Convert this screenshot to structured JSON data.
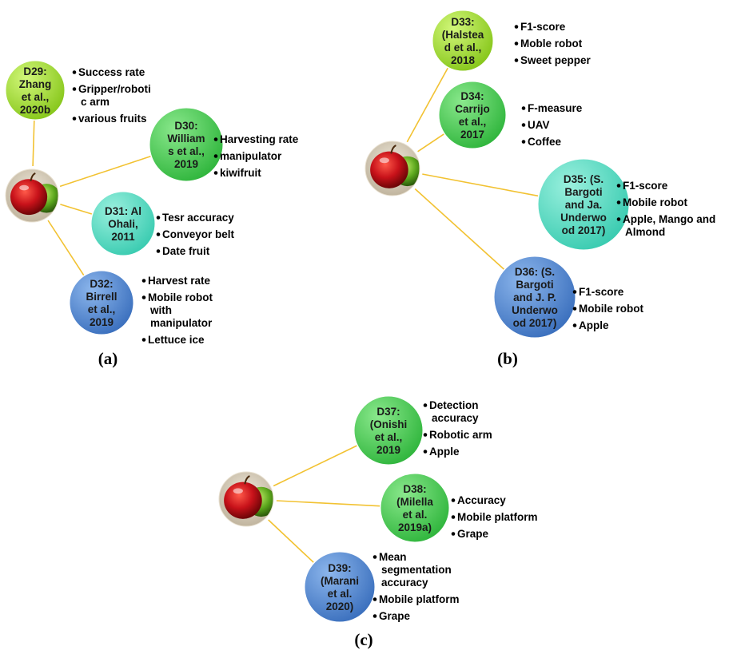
{
  "colors": {
    "connector": "#f2c232",
    "lime": "#a6e22e",
    "green": "#4ccf52",
    "teal": "#58dcc3",
    "blue": "#4d86cf"
  },
  "center_icon": "apples-photo-icon",
  "panels": [
    {
      "id": "a",
      "label": "(a)",
      "nodes": [
        {
          "id": "D29",
          "lines": [
            "D29:",
            "Zhang",
            "et al.,",
            "2020b"
          ],
          "color": "lime",
          "bullets": [
            [
              "Success rate"
            ],
            [
              "Gripper/roboti",
              "c arm"
            ],
            [
              "various fruits"
            ]
          ]
        },
        {
          "id": "D30",
          "lines": [
            "D30:",
            "William",
            "s et al.,",
            "2019"
          ],
          "color": "green",
          "bullets": [
            [
              "Harvesting rate"
            ],
            [
              "manipulator"
            ],
            [
              "kiwifruit"
            ]
          ]
        },
        {
          "id": "D31",
          "lines": [
            "D31: Al",
            "Ohali,",
            "2011"
          ],
          "color": "teal",
          "bullets": [
            [
              "Tesr accuracy"
            ],
            [
              "Conveyor belt"
            ],
            [
              "Date fruit"
            ]
          ]
        },
        {
          "id": "D32",
          "lines": [
            "D32:",
            "Birrell",
            "et al.,",
            "2019"
          ],
          "color": "blue",
          "bullets": [
            [
              "Harvest rate"
            ],
            [
              "Mobile robot",
              "with",
              "manipulator"
            ],
            [
              "Lettuce ice"
            ]
          ]
        }
      ]
    },
    {
      "id": "b",
      "label": "(b)",
      "nodes": [
        {
          "id": "D33",
          "lines": [
            "D33:",
            "(Halstea",
            "d et al.,",
            "2018"
          ],
          "color": "lime",
          "bullets": [
            [
              "F1-score"
            ],
            [
              "Moble robot"
            ],
            [
              "Sweet pepper"
            ]
          ]
        },
        {
          "id": "D34",
          "lines": [
            "D34:",
            "Carrijo",
            "et al.,",
            "2017"
          ],
          "color": "green",
          "bullets": [
            [
              "F-measure"
            ],
            [
              "UAV"
            ],
            [
              "Coffee"
            ]
          ]
        },
        {
          "id": "D35",
          "lines": [
            "D35: (S.",
            "Bargoti",
            "and Ja.",
            "Underwo",
            "od 2017)"
          ],
          "color": "teal",
          "bullets": [
            [
              "F1-score"
            ],
            [
              "Mobile robot"
            ],
            [
              "Apple, Mango and",
              "Almond"
            ]
          ]
        },
        {
          "id": "D36",
          "lines": [
            "D36: (S.",
            "Bargoti",
            "and J. P.",
            "Underwo",
            "od 2017)"
          ],
          "color": "blue",
          "bullets": [
            [
              "F1-score"
            ],
            [
              "Mobile robot"
            ],
            [
              "Apple"
            ]
          ]
        }
      ]
    },
    {
      "id": "c",
      "label": "(c)",
      "nodes": [
        {
          "id": "D37",
          "lines": [
            "D37:",
            "(Onishi",
            "et al.,",
            "2019"
          ],
          "color": "green",
          "bullets": [
            [
              "Detection",
              "accuracy"
            ],
            [
              "Robotic arm"
            ],
            [
              "Apple"
            ]
          ]
        },
        {
          "id": "D38",
          "lines": [
            "D38:",
            "(Milella",
            "et al.",
            "2019a)"
          ],
          "color": "green",
          "bullets": [
            [
              "Accuracy"
            ],
            [
              "Mobile platform"
            ],
            [
              "Grape"
            ]
          ]
        },
        {
          "id": "D39",
          "lines": [
            "D39:",
            "(Marani",
            "et al.",
            "2020)"
          ],
          "color": "blue",
          "bullets": [
            [
              "Mean",
              "segmentation",
              "accuracy"
            ],
            [
              "Mobile platform"
            ],
            [
              "Grape"
            ]
          ]
        }
      ]
    }
  ]
}
